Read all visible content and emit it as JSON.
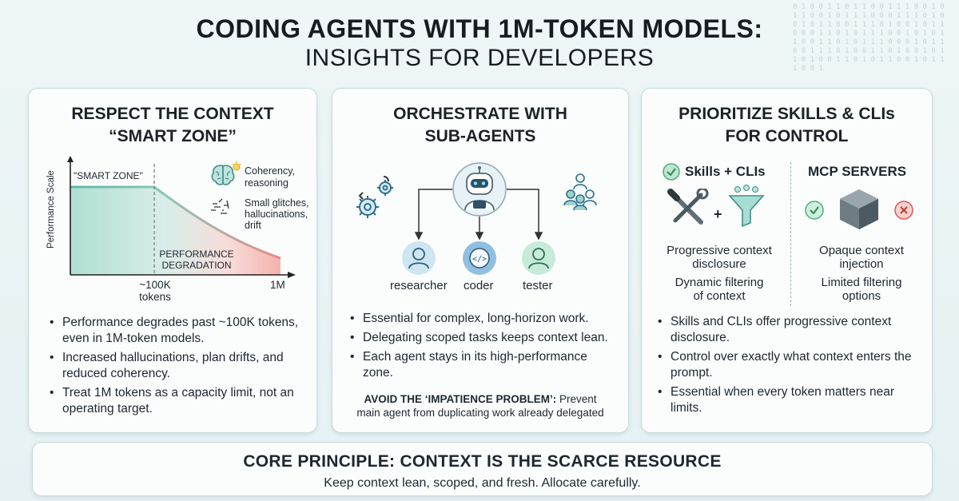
{
  "background_code": "0 1 0 0 1 1 0 1 1 0 0 1 1 1 0 0 1 0 1 1 0 0 1 0 1 1 1 0 0 0 1 1 1 0 1 0 0 1 0 1 1 0 0 1 1 1 0 1 0 0 1 0 1 1 0 0 0 1 1 0 1 0 1 1 1 0 0 1 0 1 0 1 1 0 0 1 1 0 1 0 1 1 1 0 0 0 1 0 1 1 0 0 1 1 1 0 1 0 0 1 1 0 1 0 0 1 0 1 1 0 1 0 0 1 1 0 1 0 1 1 0 0 1 0 1 1 1 0 0 1",
  "header": {
    "title_line1": "CODING AGENTS WITH 1M-TOKEN MODELS:",
    "title_line2": "INSIGHTS FOR DEVELOPERS"
  },
  "card1": {
    "heading_line1": "RESPECT THE CONTEXT",
    "heading_line2": "“SMART ZONE”",
    "chart": {
      "y_axis_label": "Performance Scale",
      "smart_zone_label": "\"SMART ZONE\"",
      "degradation_line1": "PERFORMANCE",
      "degradation_line2": "DEGRADATION",
      "tick_100k_line1": "~100K",
      "tick_100k_line2": "tokens",
      "tick_1m": "1M",
      "legend_coherency_line1": "Coherency,",
      "legend_coherency_line2": "reasoning",
      "legend_glitch_line1": "Small glitches,",
      "legend_glitch_line2": "hallucinations,",
      "legend_glitch_line3": "drift"
    },
    "bullets": [
      "Performance degrades past ~100K tokens, even in 1M-token models.",
      "Increased hallucinations, plan drifts, and reduced coherency.",
      "Treat 1M tokens as a capacity limit, not an operating target."
    ]
  },
  "card2": {
    "heading_line1": "ORCHESTRATE WITH",
    "heading_line2": "SUB-AGENTS",
    "agents": [
      "researcher",
      "coder",
      "tester"
    ],
    "bullets": [
      "Essential for complex, long-horizon work.",
      "Delegating scoped tasks keeps context lean.",
      "Each agent stays in its high-performance zone."
    ],
    "warning_bold": "AVOID THE ‘IMPATIENCE PROBLEM’:",
    "warning_rest": " Prevent",
    "warning_line2": "main agent from duplicating work already delegated"
  },
  "card3": {
    "heading_line1": "PRIORITIZE SKILLS & CLIs",
    "heading_line2": "FOR CONTROL",
    "left_col_title": "Skills + CLIs",
    "right_col_title": "MCP SERVERS",
    "left_items": [
      [
        "Progressive context",
        "disclosure"
      ],
      [
        "Dynamic filtering",
        "of context"
      ]
    ],
    "right_items": [
      [
        "Opaque context",
        "injection"
      ],
      [
        "Limited filtering",
        "options"
      ]
    ],
    "bullets": [
      "Skills and CLIs offer progressive context disclosure.",
      "Control over exactly what context enters the prompt.",
      "Essential when every token matters near limits."
    ]
  },
  "footer": {
    "heading": "CORE PRINCIPLE: CONTEXT IS THE SCARCE RESOURCE",
    "subheading": "Keep context lean, scoped, and fresh. Allocate carefully."
  },
  "colors": {
    "accent_teal": "#63b7a8",
    "degrade_red": "#e88a84",
    "check_green": "#4caf7d",
    "cross_red": "#e0534f"
  }
}
